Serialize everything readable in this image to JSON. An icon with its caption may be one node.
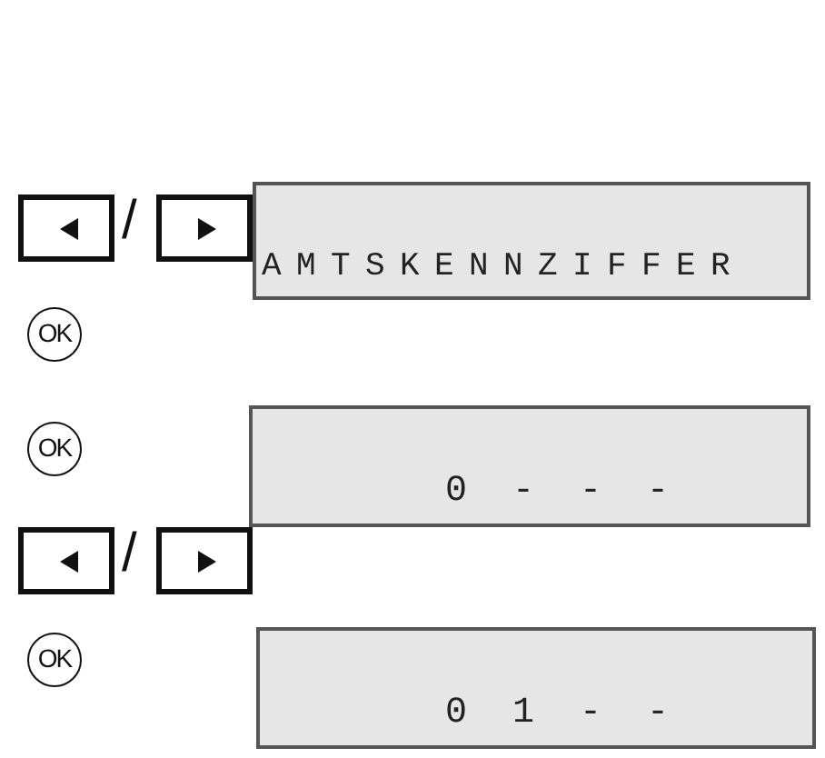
{
  "diagram": {
    "nodes": [
      {
        "text": [
          "AMTSKENNZIFFER"
        ]
      },
      {
        "text": [
          "0---"
        ]
      },
      {
        "text": [
          "01--"
        ]
      }
    ],
    "labels": [
      "/",
      "OK",
      "OK",
      "/",
      "OK"
    ]
  }
}
